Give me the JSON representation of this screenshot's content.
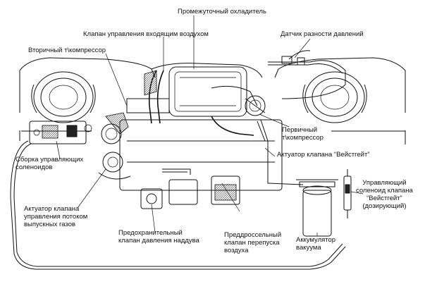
{
  "labels": {
    "intercooler": "Промежуточный охладитель",
    "intake_control_valve": "Клапан управления входящим воздухом",
    "pressure_diff_sensor": "Датчик разности давлений",
    "secondary_turbo": "Вторичный т\\компрессор",
    "primary_turbo": "Первичный\nт\\компрессор",
    "wastegate_actuator": "Актуатор клапана “Вейстгейт”",
    "solenoid_assembly": "Сборка управляющих\nсоленоидов",
    "wastegate_solenoid": "Управляющий\nсоленоид клапана\n“Вейстгейт”\n(дозирующий)",
    "exhaust_flow_actuator": "Актуатор клапана\nуправления потоком\nвыпускных газов",
    "boost_relief_valve": "Предохранительный\nклапан давления наддува",
    "throttle_bypass_valve": "Преддроссельный\nклапан перепуска\nвоздуха",
    "vacuum_accumulator": "Аккумулятор\nвакуума"
  }
}
